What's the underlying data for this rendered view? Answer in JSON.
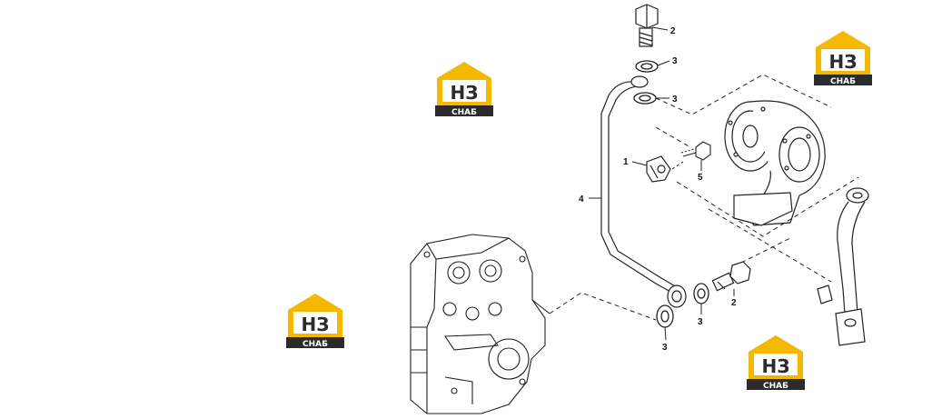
{
  "watermark": {
    "logo_letters": "НЗ",
    "brand": "СНАБ",
    "colors": {
      "yellow": "#F5B800",
      "dark": "#2b2b2b"
    }
  },
  "callouts": [
    {
      "name": "callout-2-top",
      "label": "2"
    },
    {
      "name": "callout-3-top-washer",
      "label": "3"
    },
    {
      "name": "callout-3-mid-washer",
      "label": "3"
    },
    {
      "name": "callout-1-clamp",
      "label": "1"
    },
    {
      "name": "callout-5-bolt",
      "label": "5"
    },
    {
      "name": "callout-4-pipe",
      "label": "4"
    },
    {
      "name": "callout-3-lower-right-washer",
      "label": "3"
    },
    {
      "name": "callout-2-lower-bolt",
      "label": "2"
    },
    {
      "name": "callout-3-lower-left-washer",
      "label": "3"
    }
  ]
}
